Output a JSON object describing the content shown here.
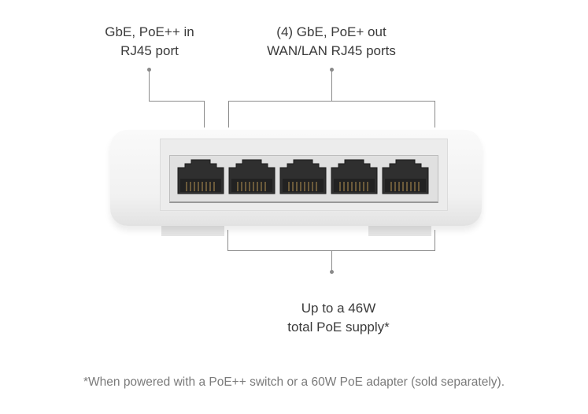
{
  "callouts": {
    "poe_in": {
      "line1": "GbE, PoE++ in",
      "line2": "RJ45 port"
    },
    "poe_out": {
      "line1": "(4) GbE, PoE+ out",
      "line2": "WAN/LAN RJ45 ports"
    },
    "supply": {
      "line1": "Up to a 46W",
      "line2": "total PoE supply*"
    }
  },
  "device": {
    "port_count": 5
  },
  "footnote": "*When powered with a PoE++ switch or a 60W PoE adapter (sold separately)."
}
